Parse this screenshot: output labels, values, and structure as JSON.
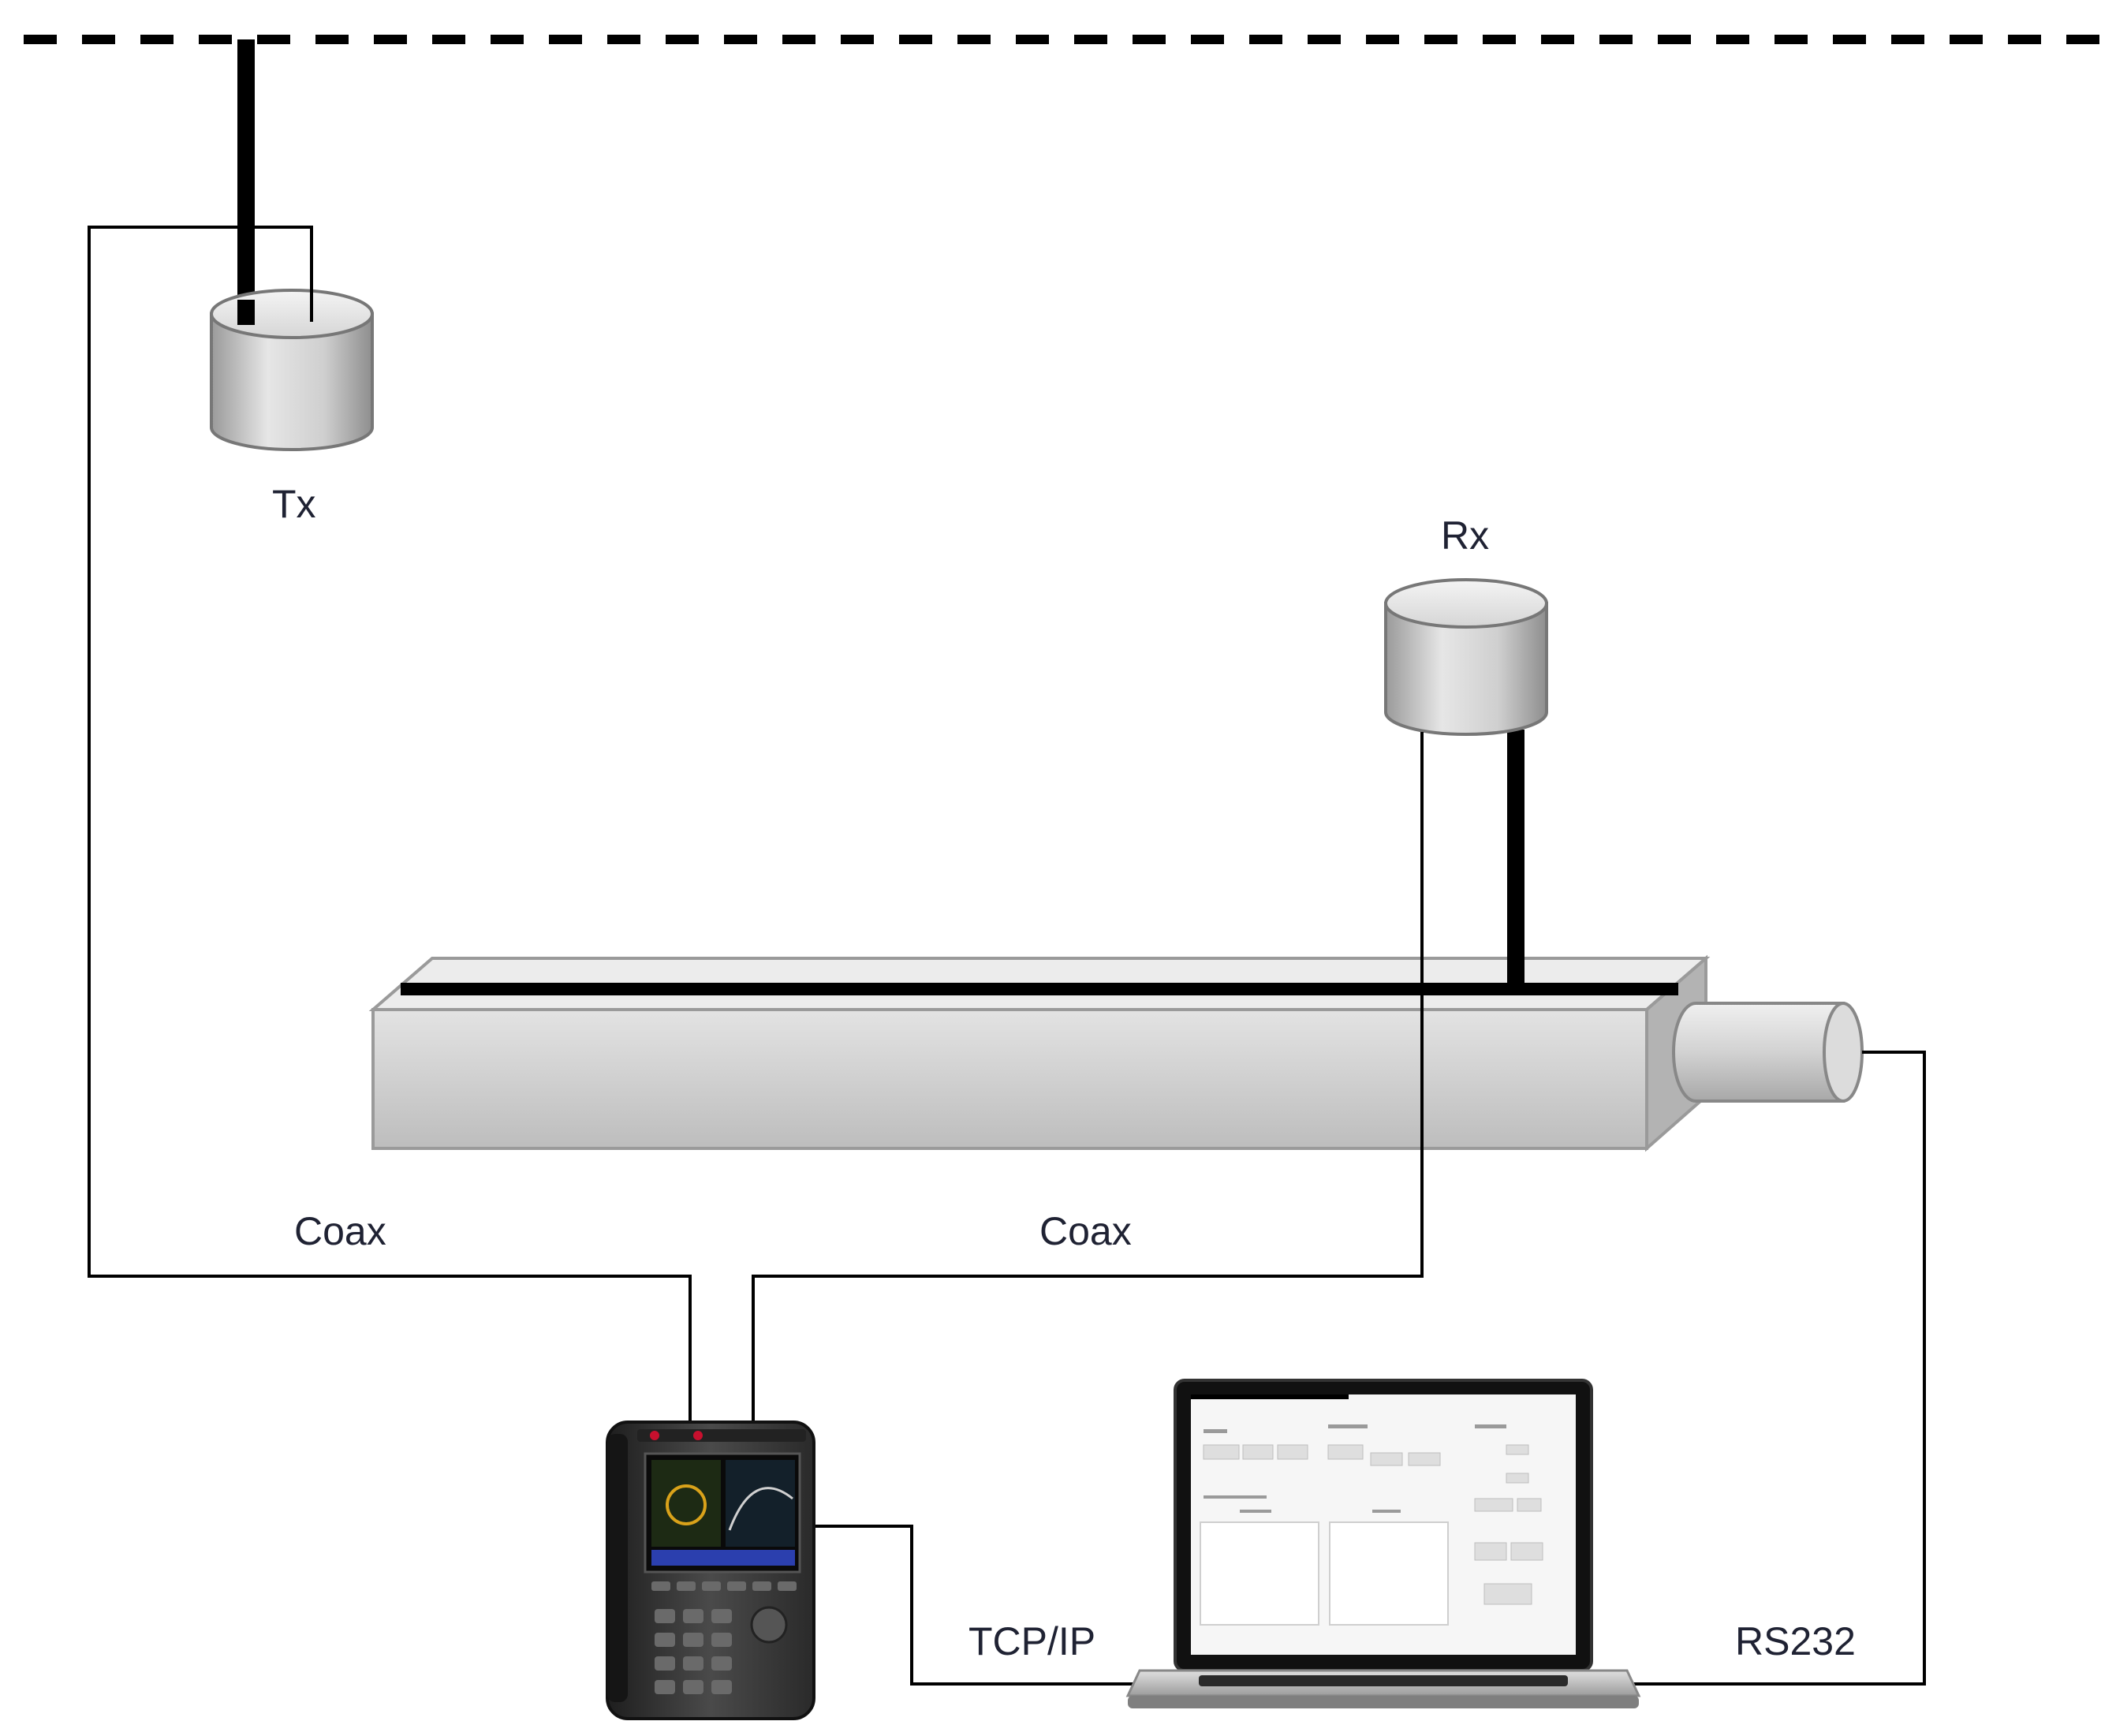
{
  "labels": {
    "tx": "Tx",
    "rx": "Rx",
    "coax_left": "Coax",
    "coax_right": "Coax",
    "tcpip": "TCP/IP",
    "rs232": "RS232"
  },
  "colors": {
    "line": "#000000",
    "label": "#1f2233",
    "antenna_fill": "#cccccc",
    "rail_fill": "#d6d6d6",
    "analyzer_body": "#3a3a3a",
    "analyzer_accent": "#c8102e",
    "laptop_screen_bezel": "#111111"
  },
  "icons": {
    "tx_antenna": "cylinder-antenna-icon",
    "rx_antenna": "cylinder-antenna-icon",
    "linear_rail": "rail-icon",
    "motor": "motor-cylinder-icon",
    "network_analyzer": "handheld-analyzer-icon",
    "laptop": "laptop-icon"
  }
}
